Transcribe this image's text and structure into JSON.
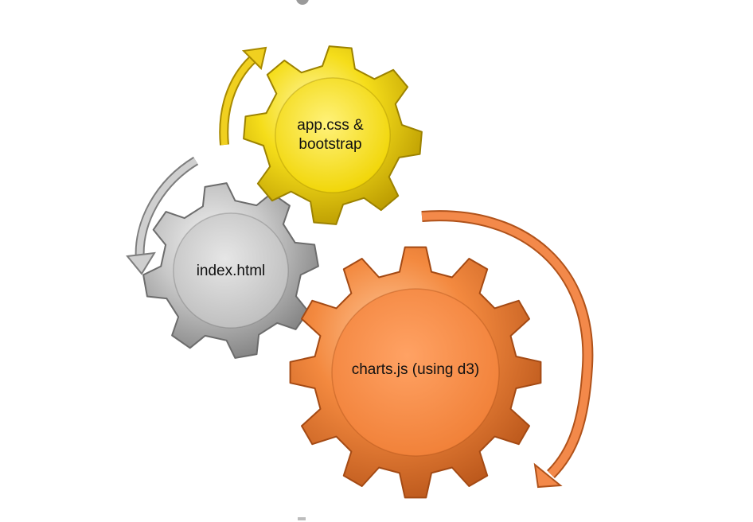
{
  "diagram": {
    "gears": [
      {
        "id": "app-css",
        "lines": [
          "app.css &",
          "bootstrap"
        ],
        "color": "#e8c800"
      },
      {
        "id": "index-html",
        "lines": [
          "index.html"
        ],
        "color": "#b8b8b8"
      },
      {
        "id": "charts-js",
        "lines": [
          "charts.js (using d3)"
        ],
        "color": "#f0803a"
      }
    ],
    "arrows": [
      {
        "id": "yellow-arrow",
        "color": "#e8c800"
      },
      {
        "id": "gray-arrow",
        "color": "#b8b8b8"
      },
      {
        "id": "orange-arrow",
        "color": "#f0803a"
      }
    ]
  }
}
